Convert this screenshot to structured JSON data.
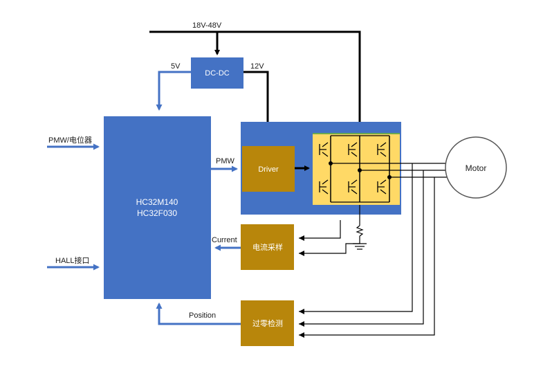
{
  "diagram": {
    "power": {
      "input_label": "18V-48V",
      "dcdc_label": "DC-DC",
      "out5v_label": "5V",
      "out12v_label": "12V"
    },
    "mcu": {
      "line1": "HC32M140",
      "line2": "HC32F030"
    },
    "inputs": {
      "pmw_pot_label": "PMW/电位器",
      "hall_label": "HALL接口"
    },
    "signals": {
      "pmw_label": "PMW",
      "current_label": "Current",
      "position_label": "Position"
    },
    "blocks": {
      "driver_label": "Driver",
      "current_sense_label": "电流采样",
      "zero_cross_label": "过零检测"
    },
    "motor": {
      "label": "Motor"
    }
  },
  "colors": {
    "blue": "#4472c4",
    "gold": "#b8860b",
    "bridge_yellow": "#ffd966",
    "black": "#000000"
  }
}
